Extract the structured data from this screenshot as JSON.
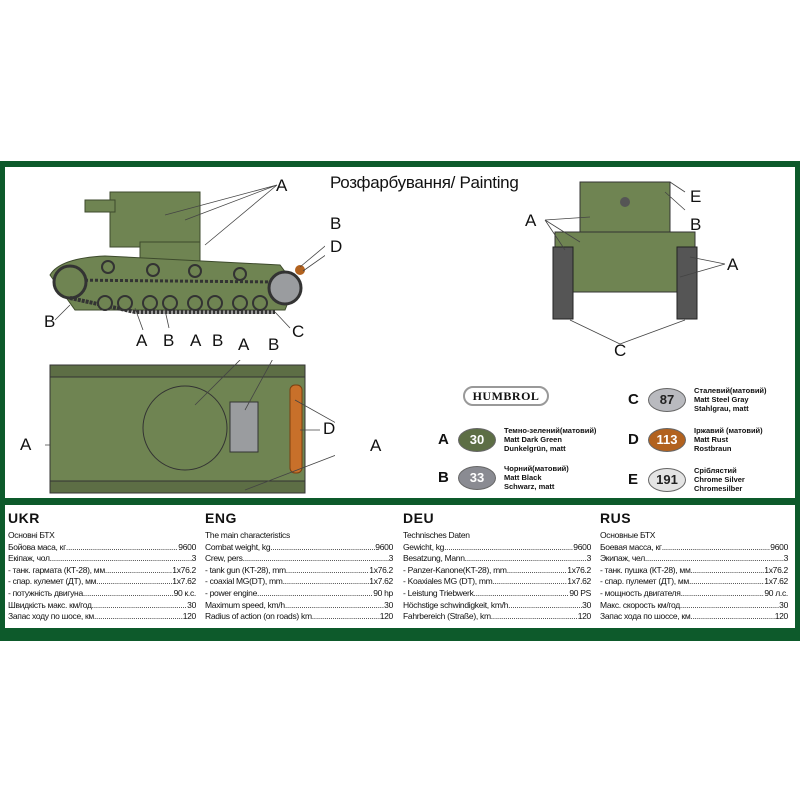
{
  "title": "Розфарбування/ Painting",
  "callouts": {
    "side": [
      "A",
      "B",
      "D",
      "B",
      "A",
      "B",
      "C"
    ],
    "top": [
      "A",
      "B",
      "A",
      "D",
      "A"
    ],
    "front": [
      "E",
      "A",
      "B",
      "A",
      "C"
    ],
    "bottom_extra": [
      "A",
      "B"
    ]
  },
  "legend": {
    "brand": "HUMBROL",
    "paints": [
      {
        "letter": "A",
        "code": "30",
        "color": "#5d6e45",
        "lines": [
          "Темно-зелений(матовий)",
          "Matt Dark Green",
          "Dunkelgrün, matt"
        ]
      },
      {
        "letter": "B",
        "code": "33",
        "color": "#8a8b92",
        "lines": [
          "Чорний(матовий)",
          "Matt Black",
          "Schwarz, matt"
        ]
      },
      {
        "letter": "C",
        "code": "87",
        "color": "#b9babf",
        "lines": [
          "Сталевий(матовий)",
          "Matt Steel Gray",
          "Stahlgrau, matt"
        ]
      },
      {
        "letter": "D",
        "code": "113",
        "color": "#b2621f",
        "lines": [
          "Іржавий (матовий)",
          "Matt Rust",
          "Rostbraun"
        ]
      },
      {
        "letter": "E",
        "code": "191",
        "color": "#e4e4e4",
        "lines": [
          "Сріблястий",
          "Chrome Silver",
          "Chromesilber"
        ]
      }
    ]
  },
  "specs": [
    {
      "lang": "UKR",
      "subtitle": "Основні БТХ",
      "rows": [
        [
          "Бойова маса, кг",
          "9600"
        ],
        [
          "Екіпаж, чол",
          "3"
        ],
        [
          "- танк. гармата (КТ-28), мм",
          "1x76.2"
        ],
        [
          "- спар. кулемет (ДТ), мм",
          "1x7.62"
        ],
        [
          "- потужність двигуна",
          "90 к.с."
        ],
        [
          "Швидкість макс. км/год",
          "30"
        ],
        [
          "Запас ходу по шосе, км.",
          "120"
        ]
      ]
    },
    {
      "lang": "ENG",
      "subtitle": "The main characteristics",
      "rows": [
        [
          "Combat weight, kg",
          "9600"
        ],
        [
          "Crew, pers.",
          "3"
        ],
        [
          "- tank gun (KT-28), mm",
          "1x76.2"
        ],
        [
          "- coaxial MG(DT), mm",
          "1x7.62"
        ],
        [
          "- power engine",
          "90 hp"
        ],
        [
          "Maximum speed, km/h",
          "30"
        ],
        [
          "Radius of action (on roads) km",
          "120"
        ]
      ]
    },
    {
      "lang": "DEU",
      "subtitle": "Technisches Daten",
      "rows": [
        [
          "Gewicht, kg",
          "9600"
        ],
        [
          "Besatzung, Mann",
          "3"
        ],
        [
          "- Panzer-Kanone(KT-28), mm",
          "1x76.2"
        ],
        [
          "- Koaxiales MG (DT), mm",
          "1x7.62"
        ],
        [
          "- Leistung Triebwerk",
          "90 PS"
        ],
        [
          "Höchstige schwindigkeit, km/h",
          "30"
        ],
        [
          "Fahrbereich (Straße), km",
          "120"
        ]
      ]
    },
    {
      "lang": "RUS",
      "subtitle": "Основные БТХ",
      "rows": [
        [
          "Боевая масса, кг",
          "9600"
        ],
        [
          "Экипаж, чел",
          "3"
        ],
        [
          "- танк. пушка (КТ-28), мм",
          "1x76.2"
        ],
        [
          "- спар. пулемет (ДТ), мм",
          "1x7.62"
        ],
        [
          "- мощность двигателя",
          "90 л.с."
        ],
        [
          "Макс. скорость км/год",
          "30"
        ],
        [
          "Запас хода по шоссе, км.",
          "120"
        ]
      ]
    }
  ]
}
